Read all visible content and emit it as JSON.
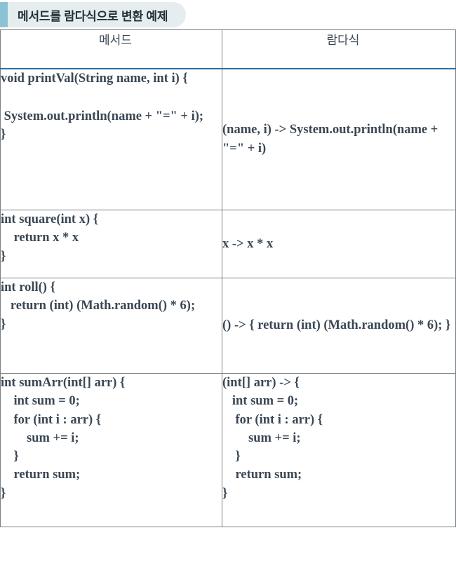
{
  "caption": {
    "text": "메서드를 람다식으로 변환 예제",
    "accent_bar_color": "#8CC3D4",
    "pill_background": "#E6EDEF",
    "text_color": "#23303A"
  },
  "table": {
    "header_underline_color": "#2E6FA8",
    "border_color": "#7A7F84",
    "text_color": "#3A4754",
    "columns": [
      {
        "label": "메서드"
      },
      {
        "label": "람다식"
      }
    ],
    "rows": [
      {
        "method": "void printVal(String name, int i) {\n\n System.out.println(name + \"=\" + i);\n}",
        "lambda": "(name, i) -> System.out.println(name + \"=\" + i)"
      },
      {
        "method": "int square(int x) {\n    return x * x\n}",
        "lambda": "x -> x * x"
      },
      {
        "method": "int roll() {\n   return (int) (Math.random() * 6);\n}",
        "lambda": "() -> { return (int) (Math.random() * 6); }"
      },
      {
        "method": "int sumArr(int[] arr) {\n    int sum = 0;\n    for (int i : arr) {\n        sum += i;\n    }\n    return sum;\n}",
        "lambda": "(int[] arr) -> {\n   int sum = 0;\n    for (int i : arr) {\n        sum += i;\n    }\n    return sum;\n}"
      }
    ]
  }
}
